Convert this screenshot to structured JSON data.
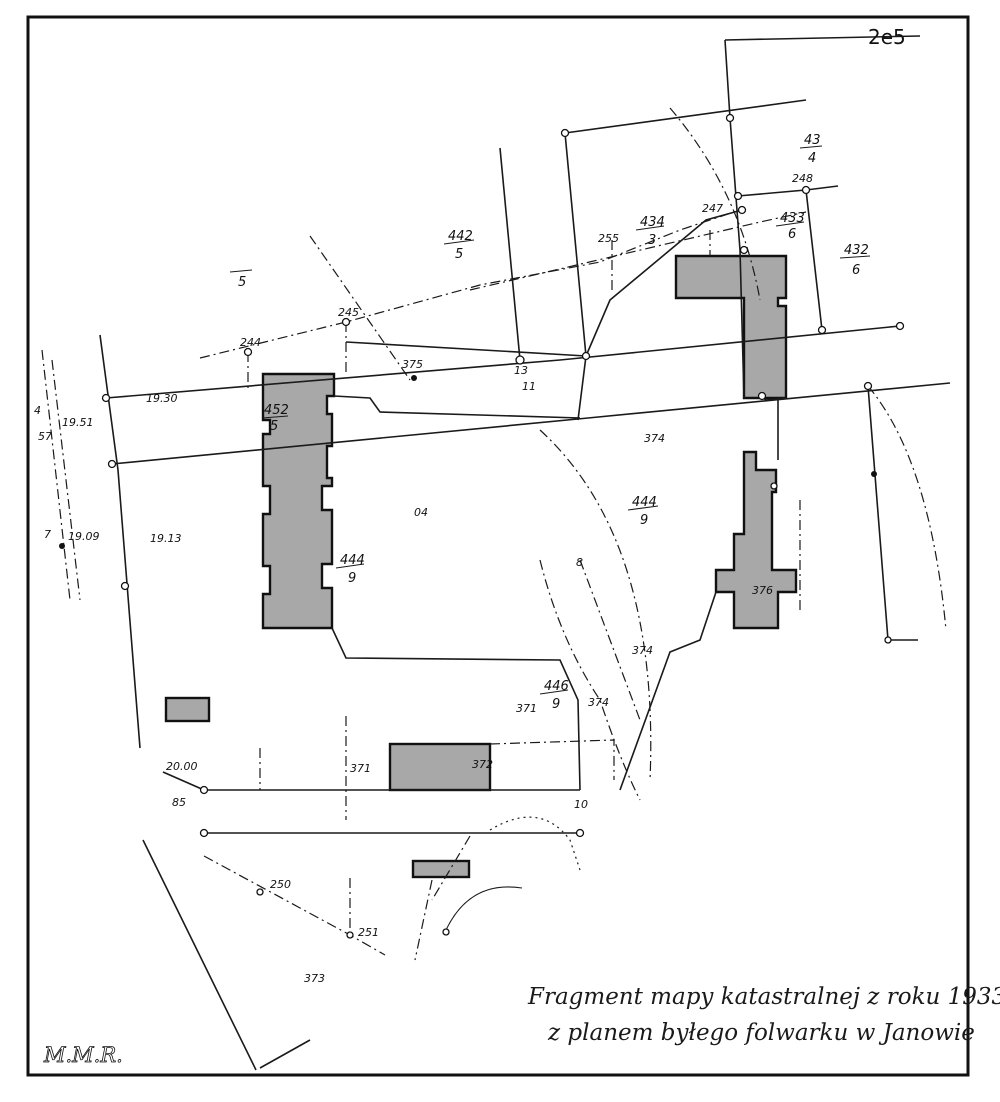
{
  "sheet_number": "2e5",
  "caption": {
    "line1": "Fragment mapy katastralnej z roku 1933",
    "line2": "z planem byłego folwarku w Janowie"
  },
  "author_initials": "M.M.R.",
  "parcels": [
    {
      "id": "p442-5",
      "top": "442",
      "bottom": "5"
    },
    {
      "id": "p434-3",
      "top": "434",
      "bottom": "3"
    },
    {
      "id": "p433-6",
      "top": "433",
      "bottom": "6"
    },
    {
      "id": "p432-6",
      "top": "432",
      "bottom": "6"
    },
    {
      "id": "p43-4",
      "top": "43",
      "bottom": "4"
    },
    {
      "id": "p444-9",
      "top": "444",
      "bottom": "9"
    },
    {
      "id": "p444-9b",
      "top": "444",
      "bottom": "9"
    },
    {
      "id": "p446-9",
      "top": "446",
      "bottom": "9"
    },
    {
      "id": "p452-5",
      "top": "452",
      "bottom": "5"
    },
    {
      "id": "p-5",
      "top": "",
      "bottom": "5"
    }
  ],
  "point_labels": [
    {
      "id": "n245",
      "text": "245"
    },
    {
      "id": "n244",
      "text": "244"
    },
    {
      "id": "n247",
      "text": "247"
    },
    {
      "id": "n248",
      "text": "248"
    },
    {
      "id": "n255",
      "text": "255"
    },
    {
      "id": "n250",
      "text": "250"
    },
    {
      "id": "n251",
      "text": "251"
    },
    {
      "id": "n1930",
      "text": "19.30"
    },
    {
      "id": "n1951",
      "text": "19.51"
    },
    {
      "id": "n1913",
      "text": "19.13"
    },
    {
      "id": "n1909",
      "text": "19.09"
    },
    {
      "id": "n2000",
      "text": "20.00"
    },
    {
      "id": "n85",
      "text": "85"
    },
    {
      "id": "n371a",
      "text": "371"
    },
    {
      "id": "n371b",
      "text": "371"
    },
    {
      "id": "n372",
      "text": "372"
    },
    {
      "id": "n373",
      "text": "373"
    },
    {
      "id": "n374a",
      "text": "374"
    },
    {
      "id": "n374b",
      "text": "374"
    },
    {
      "id": "n374c",
      "text": "374"
    },
    {
      "id": "n376",
      "text": "376"
    },
    {
      "id": "n375",
      "text": "375"
    },
    {
      "id": "n13",
      "text": "13"
    },
    {
      "id": "n11",
      "text": "11"
    },
    {
      "id": "n04",
      "text": "04"
    },
    {
      "id": "n57",
      "text": "57"
    },
    {
      "id": "n4",
      "text": "4"
    },
    {
      "id": "n7",
      "text": "7"
    },
    {
      "id": "n8",
      "text": "8"
    },
    {
      "id": "n10",
      "text": "10"
    }
  ]
}
